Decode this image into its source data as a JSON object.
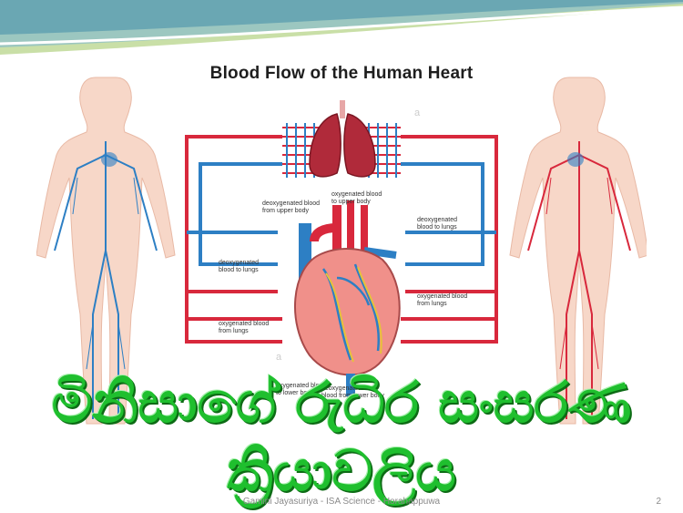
{
  "diagram": {
    "title": "Blood  Flow  of the Human Heart",
    "labels": {
      "deox_upper": "deoxygenated blood\nfrom upper body",
      "ox_upper": "oxygenated blood\nto upper body",
      "deox_lungs_right": "deoxygenated\nblood to lungs",
      "deox_lungs_left": "deoxygenated\nblood to lungs",
      "ox_from_lungs_right": "oxygenated blood\nfrom lungs",
      "ox_from_lungs_left": "oxygenated blood\nfrom lungs",
      "ox_lower": "oxygenated blood\nto lower body",
      "deox_lower": "deoxygenated\nblood from lower body"
    },
    "colors": {
      "oxygenated": "#d8283c",
      "deoxygenated": "#2d7fc4",
      "skin": "#f7d7c8"
    }
  },
  "headline": {
    "line1": "මිනිසාගේ රුධිර සංසරණ",
    "line2": "ක්‍රියාවලිය"
  },
  "footer": {
    "credit": "Gamini Jayasuriya - ISA Science - Horahappuwa",
    "page_number": "2"
  }
}
